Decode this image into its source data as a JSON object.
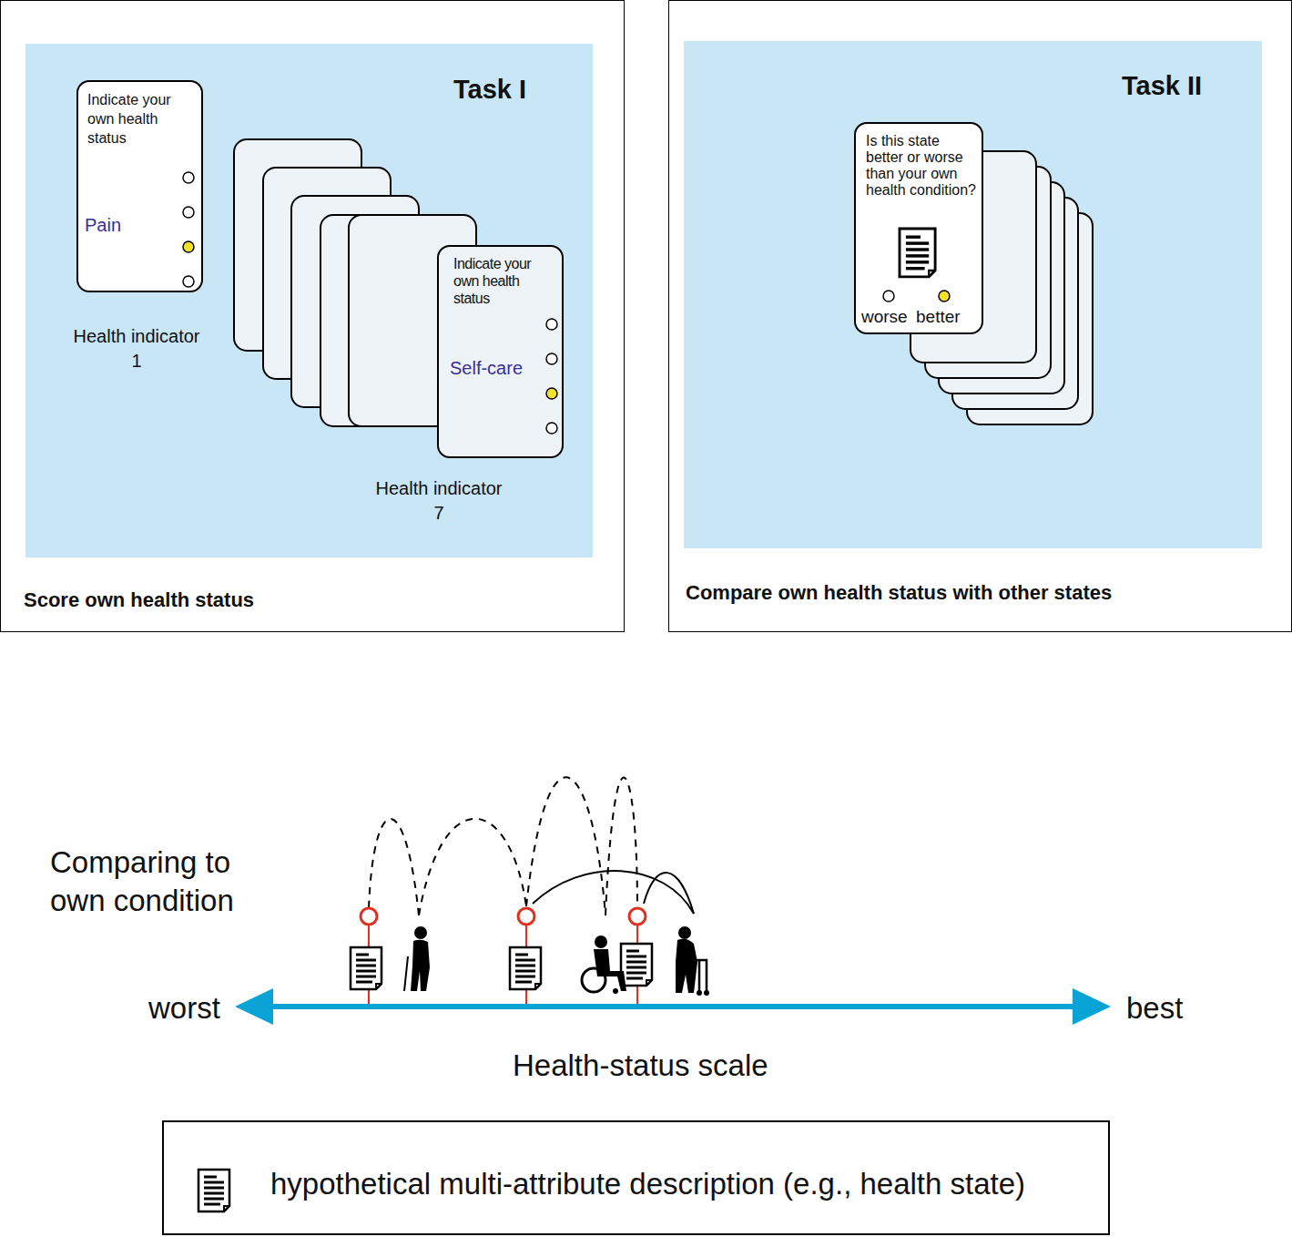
{
  "diagram": {
    "nodes": [
      {
        "text": [
          "Task I",
          "Score own health status"
        ]
      },
      {
        "text": [
          "Indicate your own health status",
          "Pain",
          "Health indicator 1"
        ],
        "in": 0
      },
      {
        "text": [
          "Indicate your own health status",
          "Self-care",
          "Health indicator 7"
        ],
        "in": 0
      },
      {
        "text": [
          "Task II",
          "Compare own health status with other states"
        ]
      },
      {
        "text": [
          "Is this state better or worse than your own health condition?",
          "worse",
          "better"
        ],
        "in": 3
      }
    ],
    "labels": [
      "Comparing to own condition",
      "worst",
      "best",
      "Health-status scale"
    ],
    "legend": [
      {
        "text": "hypothetical multi-attribute description (e.g., health state)"
      }
    ]
  }
}
